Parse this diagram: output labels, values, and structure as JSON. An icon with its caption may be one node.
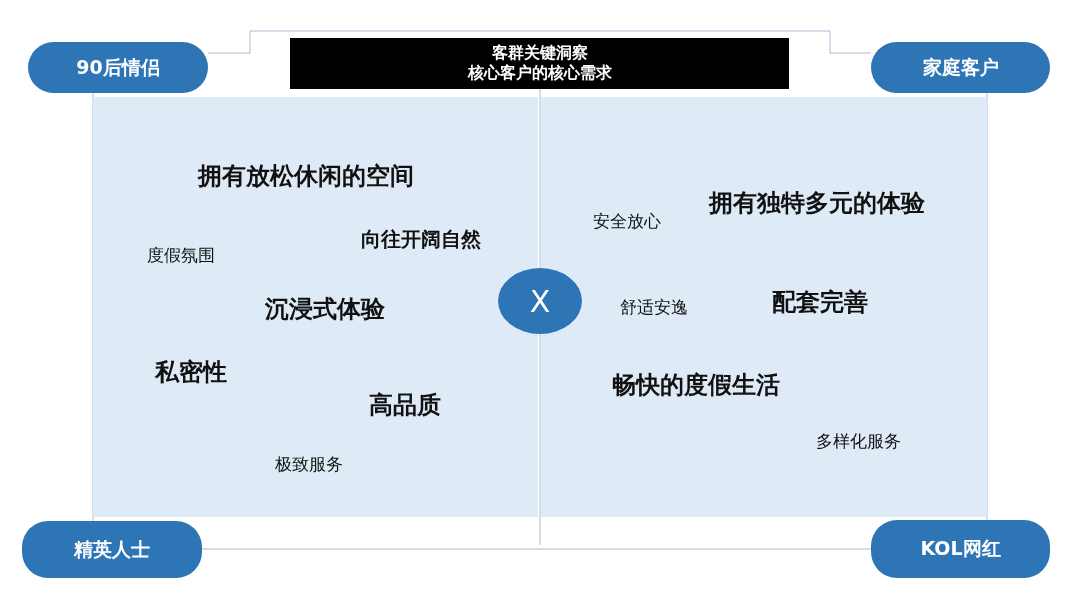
{
  "diagram": {
    "title": "客群关键洞察",
    "nodes": [
      {
        "text": [
          "90后情侣"
        ]
      },
      {
        "text": [
          "家庭客户"
        ]
      },
      {
        "text": [
          "拥有放松休闲的空间",
          "度假氛围",
          "向往开阔自然",
          "沉浸式体验",
          "私密性",
          "高品质",
          "极致服务"
        ]
      },
      {
        "text": [
          "拥有独特多元的体验",
          "安全放心",
          "配套完善",
          "舒适安逸",
          "畅快的度假生活",
          "多样化服务"
        ]
      },
      {
        "text": [
          "X"
        ]
      },
      {
        "text": [
          "精英人士"
        ]
      },
      {
        "text": [
          "KOL网红"
        ]
      }
    ],
    "edges": [
      {
        "from": 0,
        "to": 5,
        "arrow": "none"
      },
      {
        "from": 0,
        "to": 1,
        "arrow": "none"
      },
      {
        "from": 1,
        "to": 6,
        "arrow": "none"
      },
      {
        "from": 5,
        "to": 6,
        "arrow": "none"
      }
    ],
    "labels": [
      "核心客户的核心需求"
    ]
  }
}
